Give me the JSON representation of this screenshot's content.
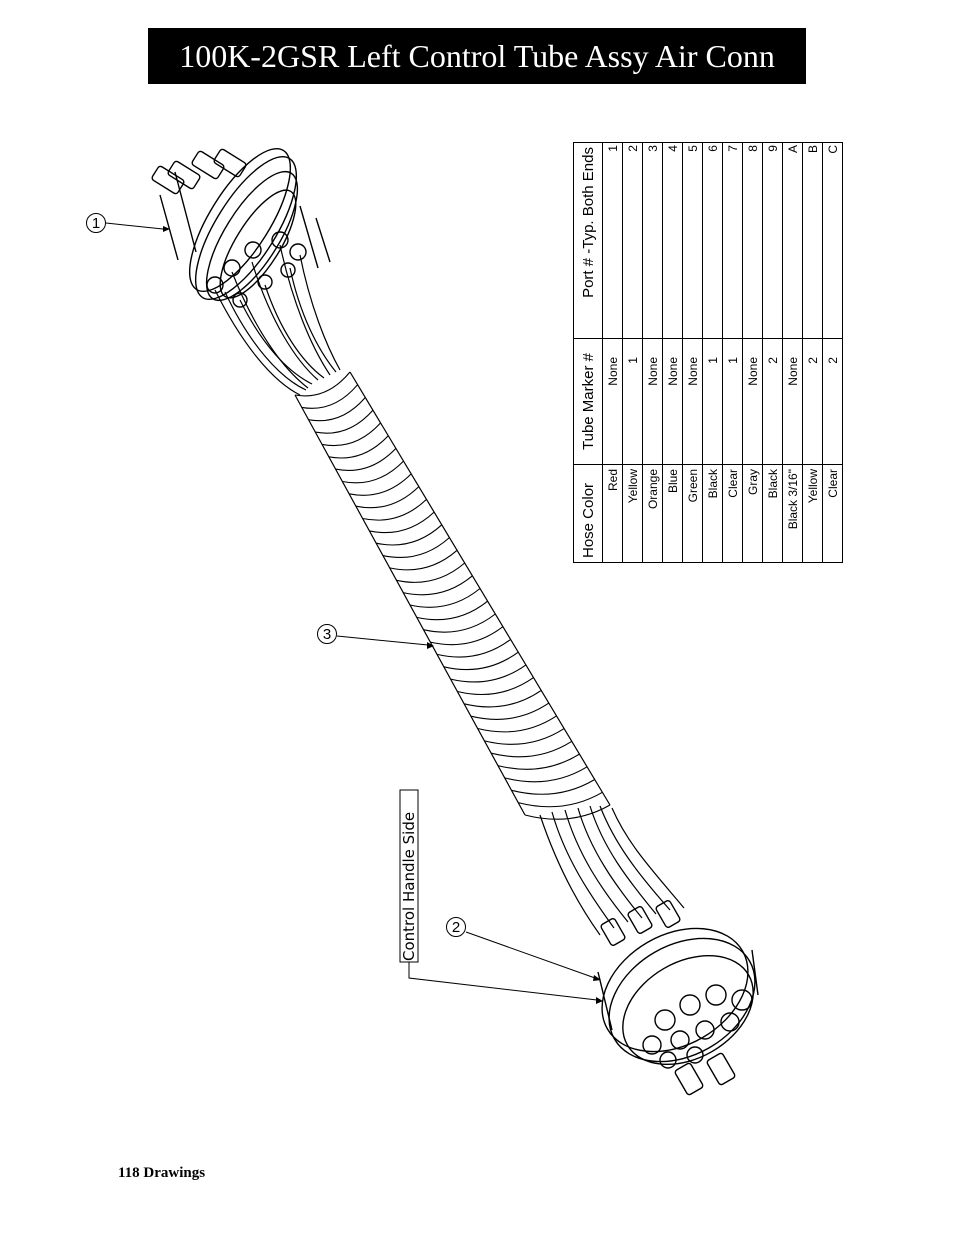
{
  "title": "100K-2GSR Left Control Tube Assy Air Conn",
  "callouts": [
    {
      "id": "1",
      "label": "1"
    },
    {
      "id": "2",
      "label": "2"
    },
    {
      "id": "3",
      "label": "3"
    }
  ],
  "handle_label": "Control Handle Side",
  "table": {
    "headers": {
      "hose_color": "Hose Color",
      "tube_marker": "Tube Marker #",
      "port": "Port # -Typ. Both Ends"
    },
    "rows": [
      {
        "hose_color": "Red",
        "tube_marker": "None",
        "port": "1"
      },
      {
        "hose_color": "Yellow",
        "tube_marker": "1",
        "port": "2"
      },
      {
        "hose_color": "Orange",
        "tube_marker": "None",
        "port": "3"
      },
      {
        "hose_color": "Blue",
        "tube_marker": "None",
        "port": "4"
      },
      {
        "hose_color": "Green",
        "tube_marker": "None",
        "port": "5"
      },
      {
        "hose_color": "Black",
        "tube_marker": "1",
        "port": "6"
      },
      {
        "hose_color": "Clear",
        "tube_marker": "1",
        "port": "7"
      },
      {
        "hose_color": "Gray",
        "tube_marker": "None",
        "port": "8"
      },
      {
        "hose_color": "Black",
        "tube_marker": "2",
        "port": "9"
      },
      {
        "hose_color": "Black 3/16\"",
        "tube_marker": "None",
        "port": "A"
      },
      {
        "hose_color": "Yellow",
        "tube_marker": "2",
        "port": "B"
      },
      {
        "hose_color": "Clear",
        "tube_marker": "2",
        "port": "C"
      }
    ]
  },
  "footer": "118  Drawings"
}
